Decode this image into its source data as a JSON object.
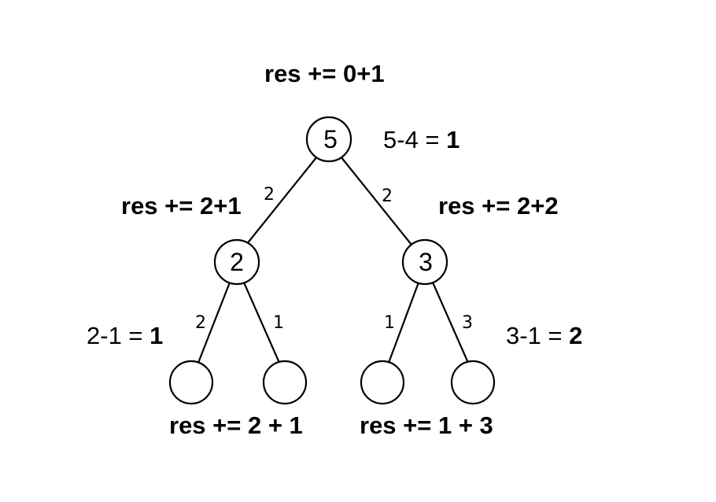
{
  "nodes": {
    "root": "5",
    "left": "2",
    "right": "3",
    "left_left": "",
    "left_right": "",
    "right_left": "",
    "right_right": ""
  },
  "edge_weights": {
    "root_left": "2",
    "root_right": "2",
    "left_left": "2",
    "left_right": "1",
    "right_left": "1",
    "right_right": "3"
  },
  "annotations": {
    "root_res": "res += 0+1",
    "root_diff_expr": "5-4 = ",
    "root_diff_val": "1",
    "left_res": "res += 2+1",
    "right_res": "res += 2+2",
    "left_diff_expr": "2-1 = ",
    "left_diff_val": "1",
    "right_diff_expr": "3-1 = ",
    "right_diff_val": "2",
    "left_leaves_res": "res += 2 + 1",
    "right_leaves_res": "res += 1 + 3"
  }
}
